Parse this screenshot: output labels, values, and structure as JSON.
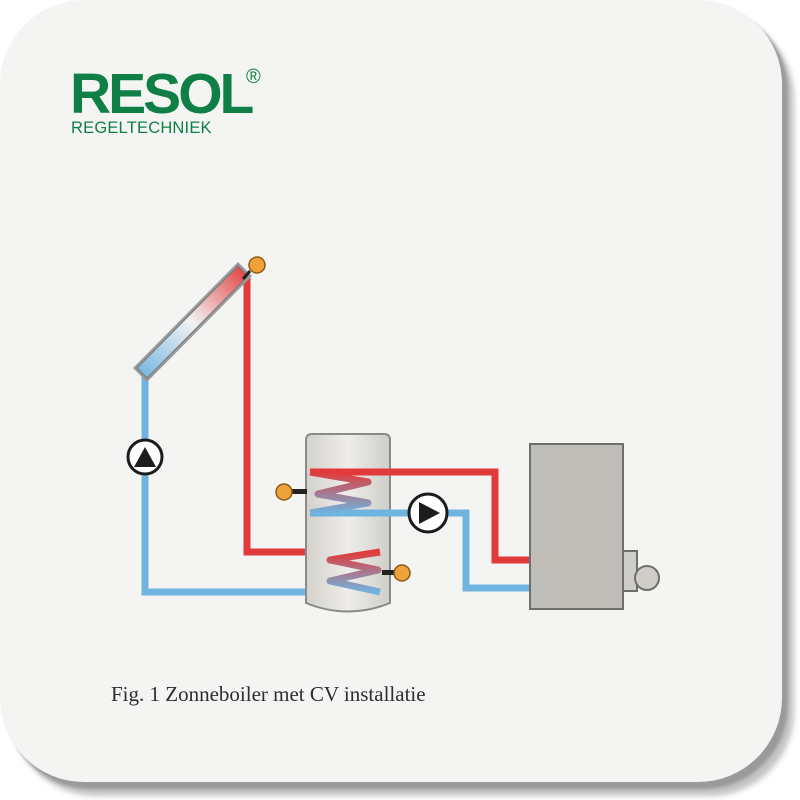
{
  "logo": {
    "word": "RESOL",
    "registered": "®",
    "subtitle": "REGELTECHNIEK"
  },
  "caption": "Fig. 1 Zonneboiler met CV installatie",
  "colors": {
    "brand": "#0f7f45",
    "hot_pipe": "#e23a3a",
    "cold_pipe": "#6fb4e0",
    "sensor": "#f0a23a",
    "tank": "#dcdbd6",
    "boiler": "#bfbdb8"
  },
  "icons": {
    "solar_pump": "pump-icon",
    "boiler_pump": "pump-icon",
    "sensors": "temperature-sensor-icon"
  }
}
